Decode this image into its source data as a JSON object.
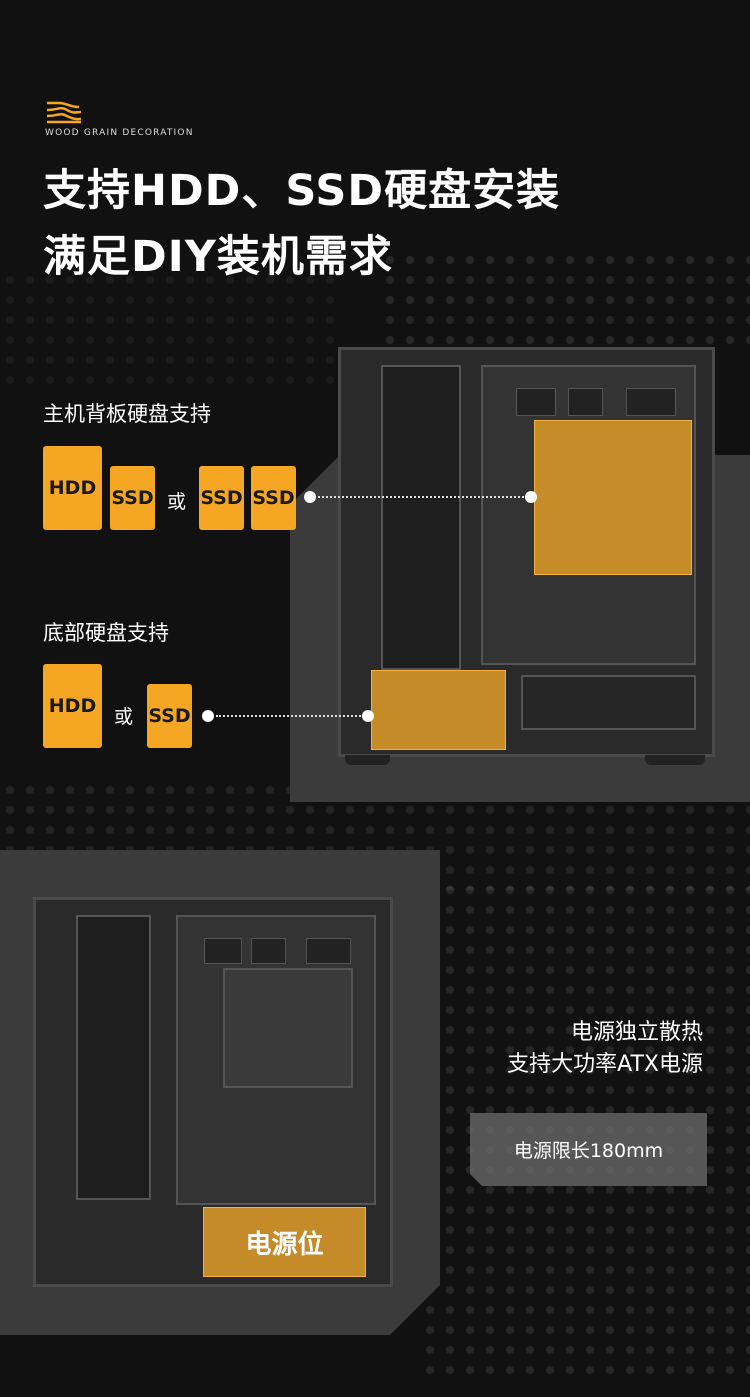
{
  "brand": {
    "tagline": "WOOD GRAIN DECORATION",
    "accent": "#f5a623"
  },
  "headline": {
    "line1": "支持HDD、SSD硬盘安装",
    "line2": "满足DIY装机需求"
  },
  "back_panel": {
    "title": "主机背板硬盘支持",
    "badges": [
      "HDD",
      "SSD",
      "SSD",
      "SSD"
    ],
    "or": "或"
  },
  "bottom": {
    "title": "底部硬盘支持",
    "badges": [
      "HDD",
      "SSD"
    ],
    "or": "或"
  },
  "psu": {
    "line1": "电源独立散热",
    "line2": "支持大功率ATX电源",
    "limit": "电源限长180mm",
    "label": "电源位"
  }
}
